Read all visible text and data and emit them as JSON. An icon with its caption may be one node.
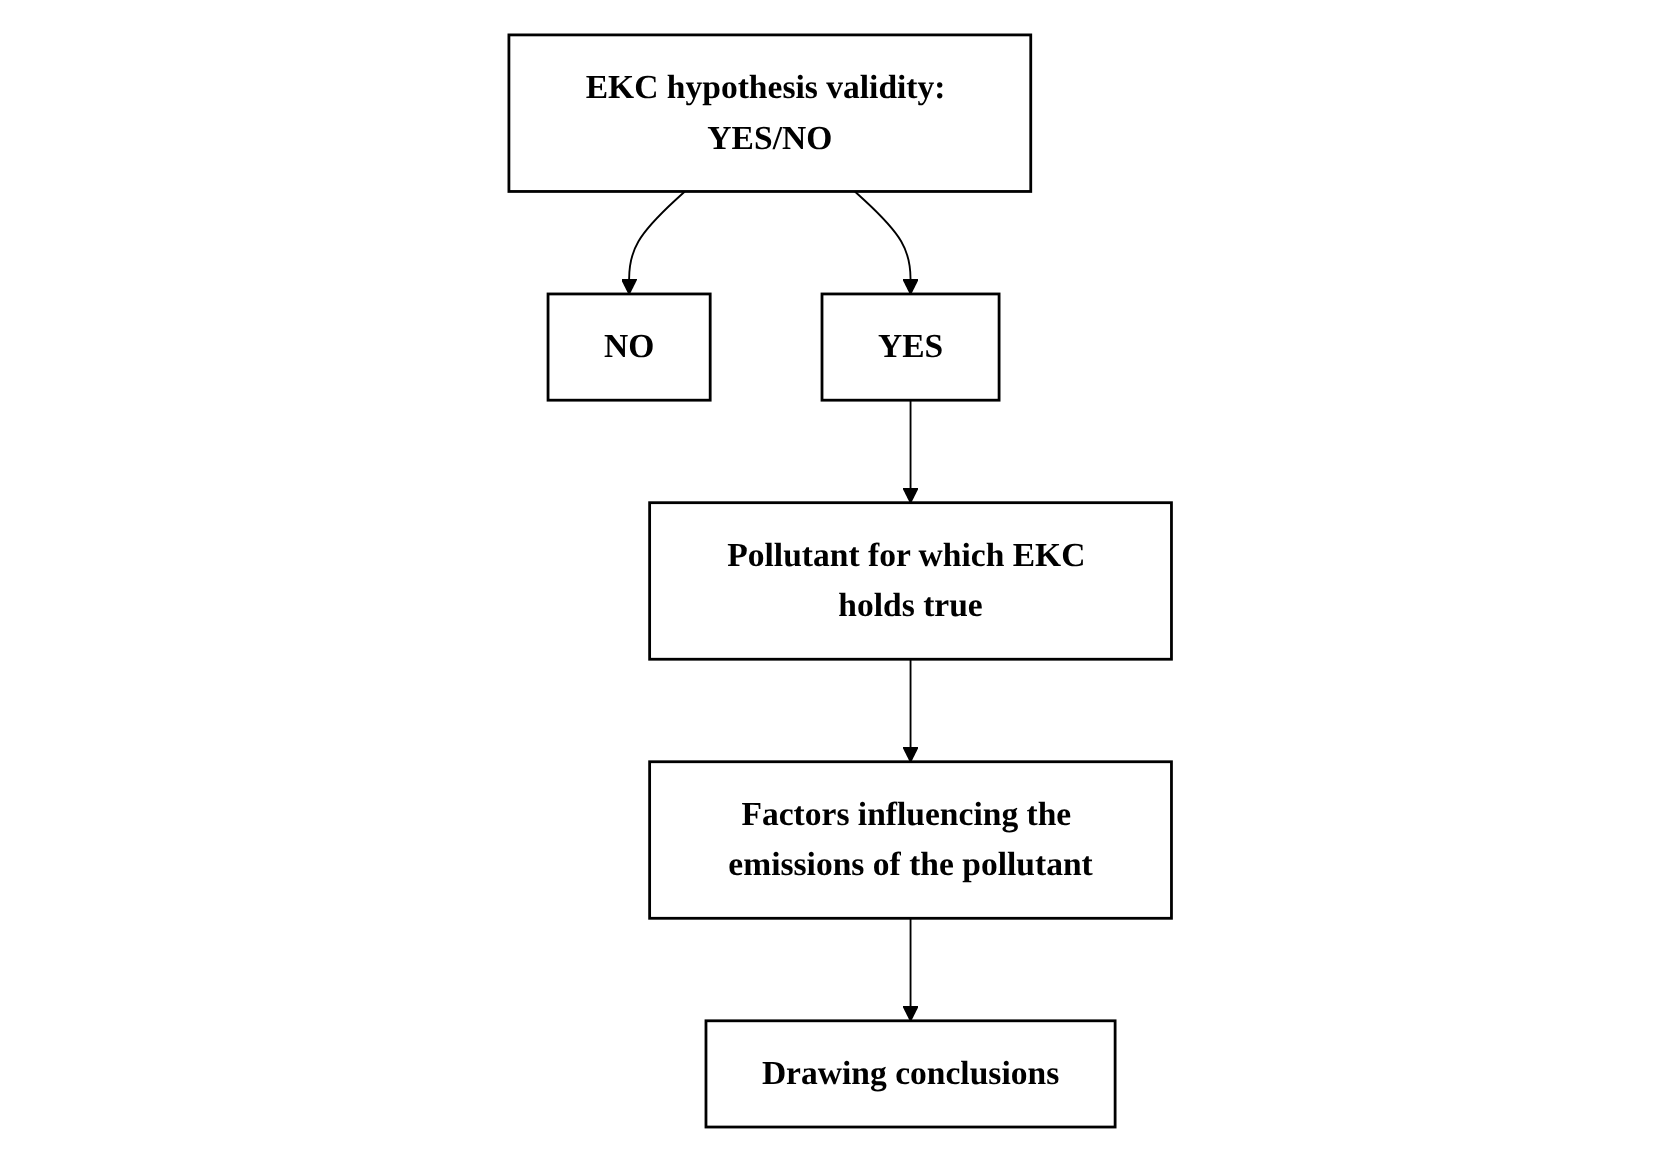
{
  "diagram": {
    "nodes": [
      {
        "text": [
          "EKC hypothesis validity: YES/NO"
        ]
      },
      {
        "text": [
          "NO"
        ]
      },
      {
        "text": [
          "YES"
        ]
      },
      {
        "text": [
          "Factors influencing the emissions of the pollutant"
        ]
      },
      {
        "text": [
          "Pollutant for which EKC holds true"
        ]
      },
      {
        "text": [
          "Drawing conclusions"
        ]
      }
    ],
    "edges": [
      {
        "from": 0,
        "to": 1,
        "arrow": "to"
      },
      {
        "from": 0,
        "to": 2,
        "arrow": "to"
      },
      {
        "from": 2,
        "to": 4,
        "arrow": "to"
      },
      {
        "from": 4,
        "to": 3,
        "arrow": "to"
      },
      {
        "from": 3,
        "to": 5,
        "arrow": "to"
      }
    ]
  }
}
